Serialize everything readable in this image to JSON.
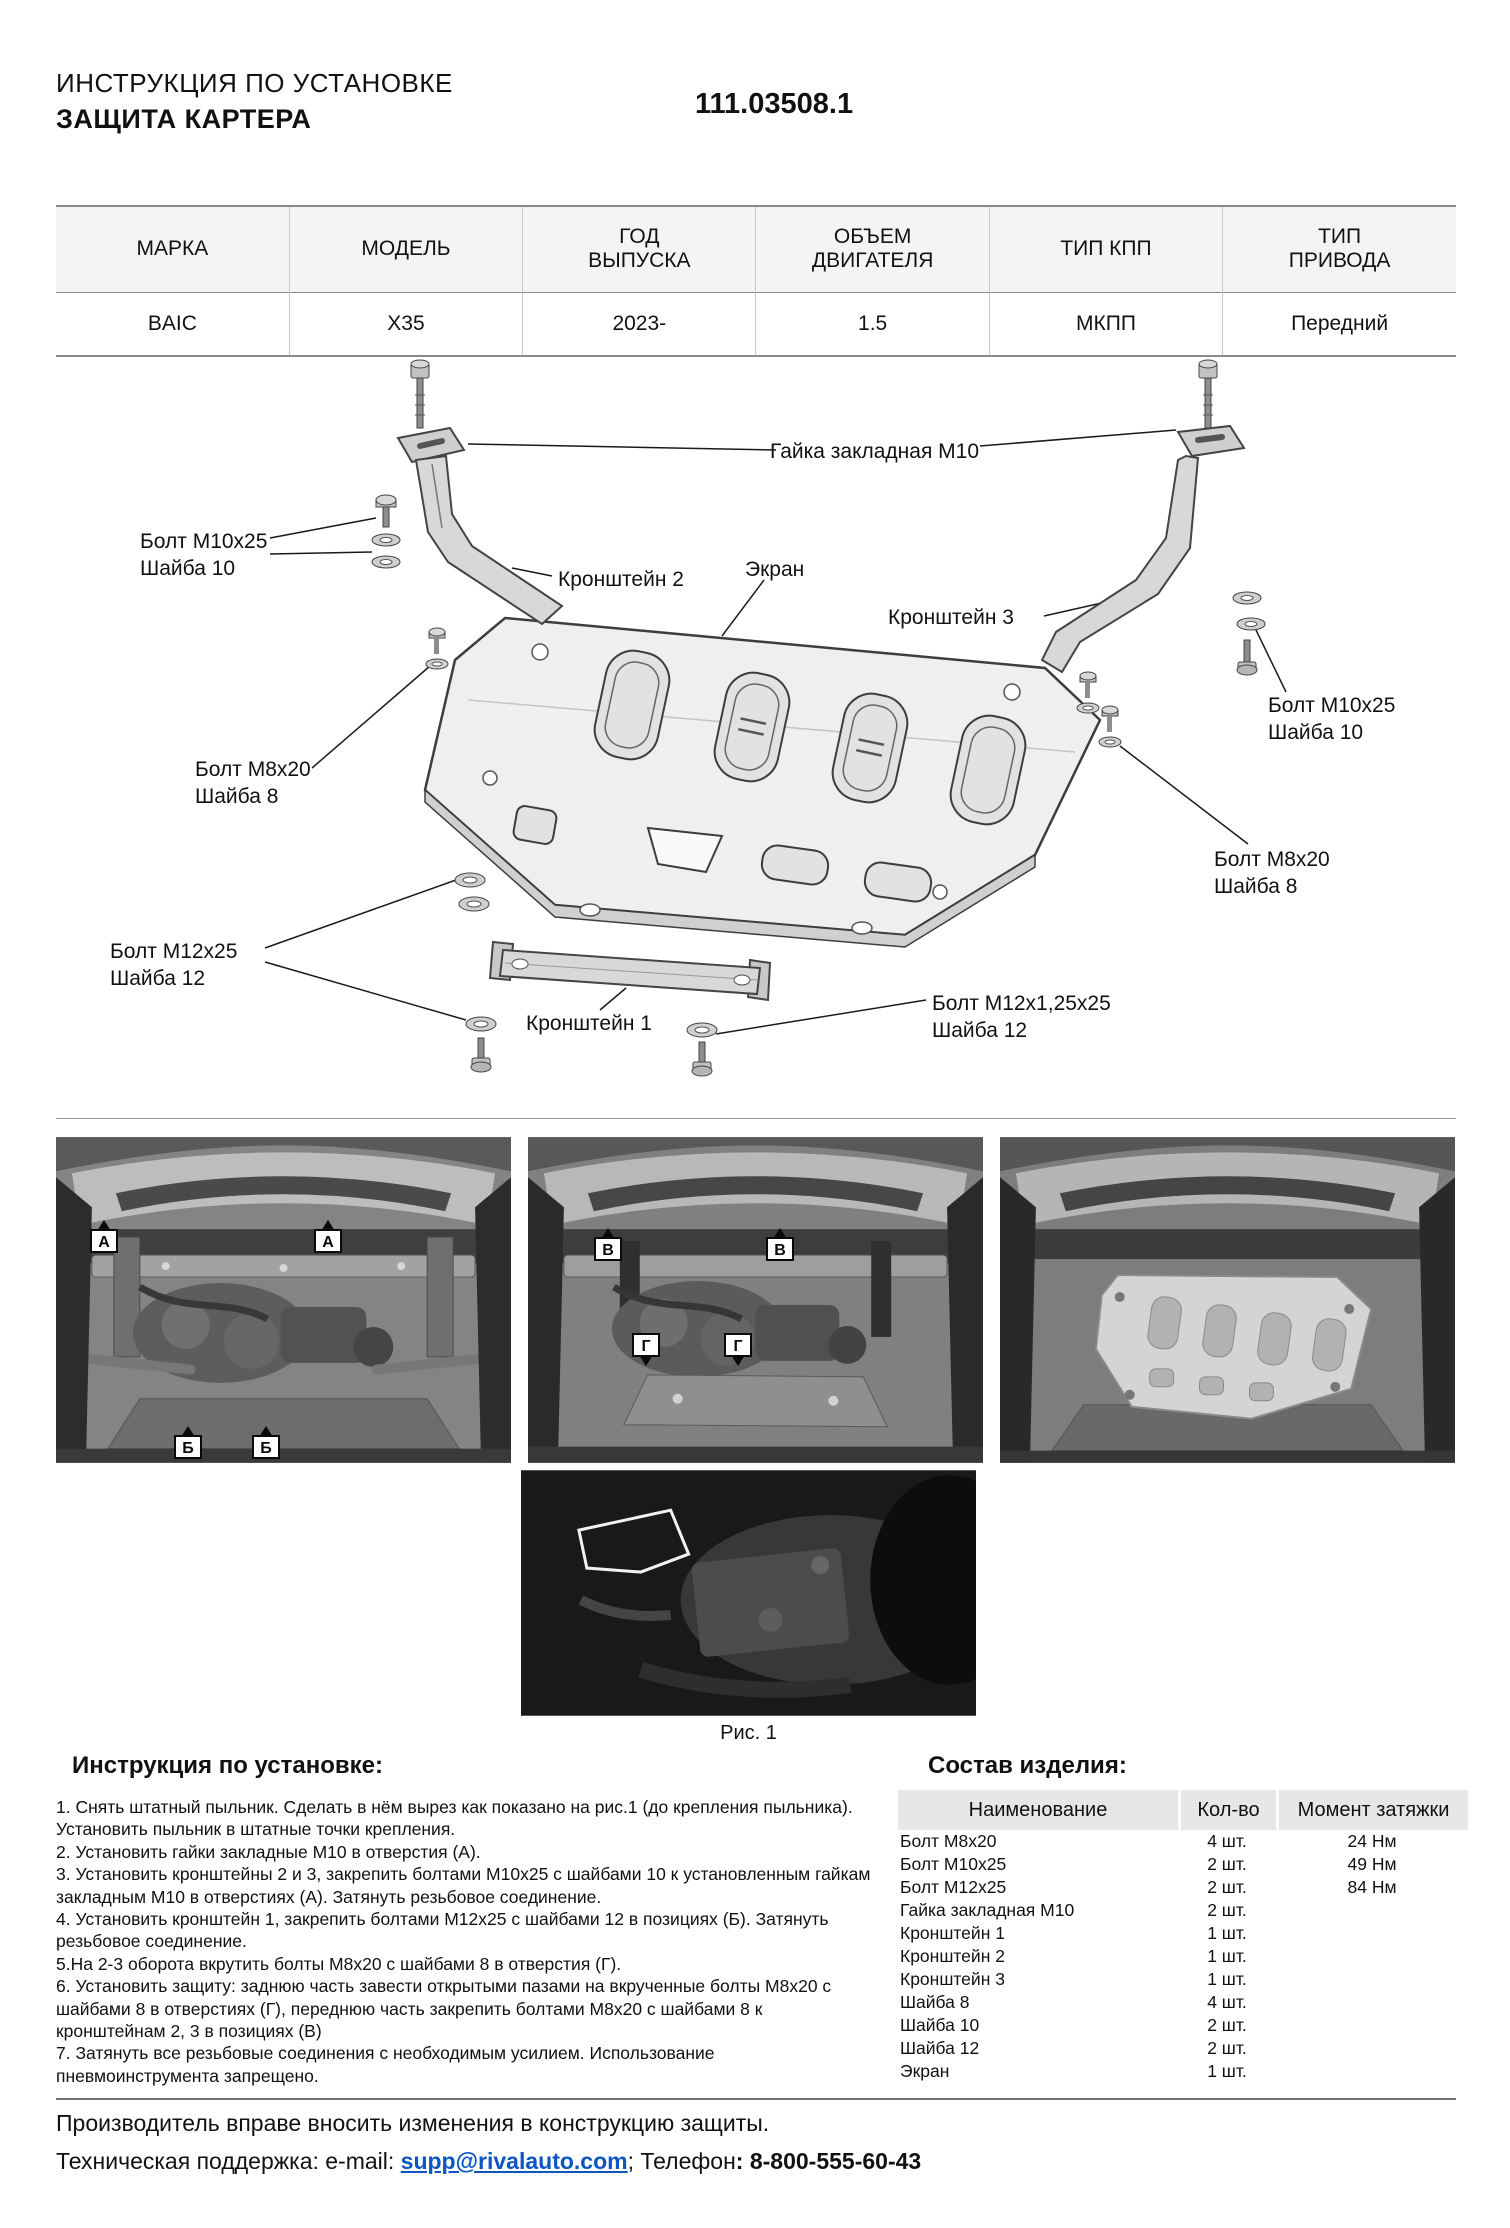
{
  "header": {
    "line1": "ИНСТРУКЦИЯ ПО УСТАНОВКЕ",
    "line2": "ЗАЩИТА КАРТЕРА",
    "part_number": "111.03508.1"
  },
  "spec": {
    "headers": [
      "МАРКА",
      "МОДЕЛЬ",
      "ГОД\nВЫПУСКА",
      "ОБЪЕМ\nДВИГАТЕЛЯ",
      "ТИП КПП",
      "ТИП\nПРИВОДА"
    ],
    "values": [
      "BAIC",
      "X35",
      "2023-",
      "1.5",
      "МКПП",
      "Передний"
    ]
  },
  "diagram": {
    "labels": {
      "cage_nut": "Гайка закладная М10",
      "bolt_m10_left": "Болт М10х25\nШайба 10",
      "bracket2": "Кронштейн 2",
      "shield": "Экран",
      "bracket3": "Кронштейн 3",
      "bolt_m10_right": "Болт М10х25\nШайба 10",
      "bolt_m8_left": "Болт М8х20\nШайба 8",
      "bolt_m8_right": "Болт М8х20\nШайба 8",
      "bolt_m12_left": "Болт М12х25\nШайба 12",
      "bracket1": "Кронштейн 1",
      "bolt_m12_125": "Болт М12х1,25х25\nШайба 12"
    }
  },
  "photos": {
    "markers": {
      "a": "А",
      "b": "Б",
      "v": "В",
      "g": "Г"
    },
    "caption": "Рис. 1"
  },
  "instructions": {
    "title": "Инструкция по установке:",
    "steps": [
      "1. Снять штатный пыльник. Сделать в нём вырез как показано на рис.1 (до крепления пыльника). Установить пыльник в штатные точки крепления.",
      "2. Установить гайки закладные М10 в отверстия (А).",
      "3. Установить кронштейны 2 и 3, закрепить болтами М10х25 с шайбами 10 к установленным гайкам закладным М10 в отверстиях (А). Затянуть резьбовое соединение.",
      "4. Установить кронштейн 1, закрепить болтами М12х25 с шайбами 12 в позициях (Б). Затянуть резьбовое соединение.",
      "5.На 2-3 оборота вкрутить болты М8х20 с шайбами 8 в отверстия (Г).",
      "6. Установить защиту: заднюю часть завести открытыми пазами на вкрученные болты М8х20 с шайбами 8 в отверстиях (Г), переднюю часть закрепить болтами М8х20 с шайбами 8 к кронштейнам 2, 3 в позициях (В)",
      "7. Затянуть все резьбовые соединения с необходимым усилием. Использование пневмоинструмента запрещено."
    ]
  },
  "parts": {
    "title": "Состав изделия:",
    "headers": [
      "Наименование",
      "Кол-во",
      "Момент затяжки"
    ],
    "rows": [
      {
        "name": "Болт М8х20",
        "qty": "4 шт.",
        "torque": "24 Нм"
      },
      {
        "name": "Болт М10х25",
        "qty": "2 шт.",
        "torque": "49 Нм"
      },
      {
        "name": "Болт М12х25",
        "qty": "2 шт.",
        "torque": "84 Нм"
      },
      {
        "name": "Гайка закладная М10",
        "qty": "2 шт.",
        "torque": ""
      },
      {
        "name": "Кронштейн 1",
        "qty": "1 шт.",
        "torque": ""
      },
      {
        "name": "Кронштейн 2",
        "qty": "1 шт.",
        "torque": ""
      },
      {
        "name": "Кронштейн 3",
        "qty": "1 шт.",
        "torque": ""
      },
      {
        "name": "Шайба 8",
        "qty": "4 шт.",
        "torque": ""
      },
      {
        "name": "Шайба 10",
        "qty": "2 шт.",
        "torque": ""
      },
      {
        "name": "Шайба 12",
        "qty": "2 шт.",
        "torque": ""
      },
      {
        "name": "Экран",
        "qty": "1 шт.",
        "torque": ""
      }
    ]
  },
  "footer": {
    "line1": "Производитель вправе вносить изменения в конструкцию защиты.",
    "support_label": "Техническая поддержка:  e-mail: ",
    "email": "supp@rivalauto.com",
    "separator": "; ",
    "phone_label": "Телефон",
    "phone": ": 8-800-555-60-43"
  }
}
